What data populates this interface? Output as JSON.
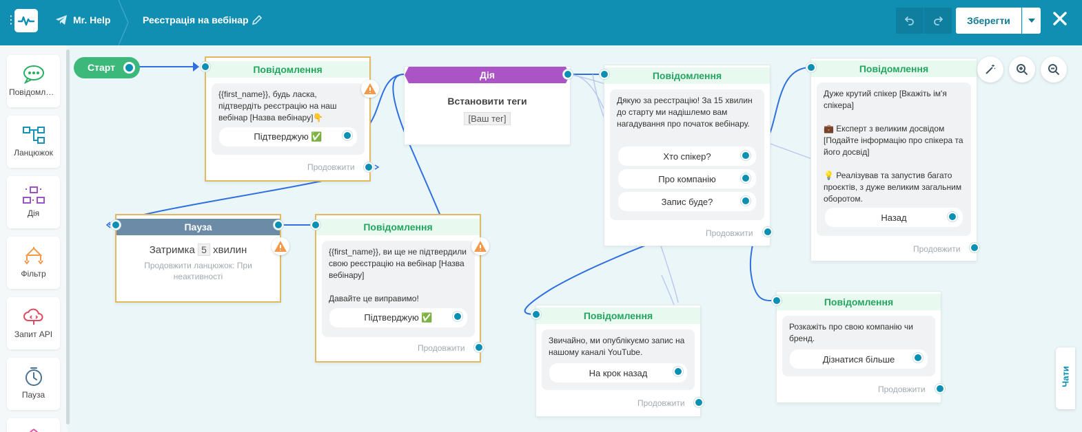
{
  "header": {
    "bot_name": "Mr. Help",
    "flow_title": "Реєстрація на вебінар",
    "save_label": "Зберегти",
    "bg_color": "#118fb2"
  },
  "sidebar": {
    "items": [
      {
        "label": "Повідомлення",
        "icon": "chat-bubble-icon"
      },
      {
        "label": "Ланцюжок",
        "icon": "chain-icon"
      },
      {
        "label": "Дія",
        "icon": "action-icon"
      },
      {
        "label": "Фільтр",
        "icon": "filter-icon"
      },
      {
        "label": "Запит API",
        "icon": "cloud-api-icon"
      },
      {
        "label": "Пауза",
        "icon": "timer-icon"
      }
    ]
  },
  "start": {
    "label": "Старт"
  },
  "common": {
    "continue": "Продовжити"
  },
  "nodes": {
    "msg1": {
      "title": "Повідомлення",
      "text": "{{first_name}}, будь ласка, підтвердіть реєстрацію на наш вебінар [Назва вебінару]👇",
      "button": "Підтверджую ✅"
    },
    "action": {
      "title": "Дія",
      "subtitle": "Встановити теги",
      "tag": "[Ваш тег]"
    },
    "msg2": {
      "title": "Повідомлення",
      "text": "Дякую за реєстрацію! За 15 хвилин до старту ми надішлемо вам нагадування про початок вебінару.",
      "buttons": [
        "Хто спікер?",
        "Про компанію",
        "Запис буде?"
      ]
    },
    "msg3": {
      "title": "Повідомлення",
      "p1": "Дуже крутий спікер [Вкажіть ім'я спікера]",
      "p2": "💼 Експерт з великим досвідом [Подайте інформацію про спікера та його досвід]",
      "p3": "💡 Реалізував та запустив багато проєктів, з дуже великим загальним оборотом.",
      "button": "Назад"
    },
    "pause": {
      "title": "Пауза",
      "delay_prefix": "Затримка",
      "delay_value": "5",
      "delay_unit": "хвилин",
      "note": "Продовжити ланцюжок: При неактивності"
    },
    "msg4": {
      "title": "Повідомлення",
      "p1": "{{first_name}}, ви ще не підтвердили свою реєстрацію на вебінар [Назва вебінару]",
      "p2": "Давайте це виправимо!",
      "button": "Підтверджую ✅"
    },
    "msg5": {
      "title": "Повідомлення",
      "text": "Звичайно, ми опублікуємо запис на нашому каналі YouTube.",
      "button": "На крок назад"
    },
    "msg6": {
      "title": "Повідомлення",
      "text": "Розкажіть про свою компанію чи бренд.",
      "button": "Дізнатися більше"
    }
  },
  "chats_tab": {
    "label": "Чати"
  },
  "colors": {
    "message_header": "#23a560",
    "action_header": "#aa54c6",
    "pause_header": "#6b8ba6",
    "port": "#0b8fb3",
    "selected_border": "#e4b860",
    "start": "#3cb97a"
  }
}
